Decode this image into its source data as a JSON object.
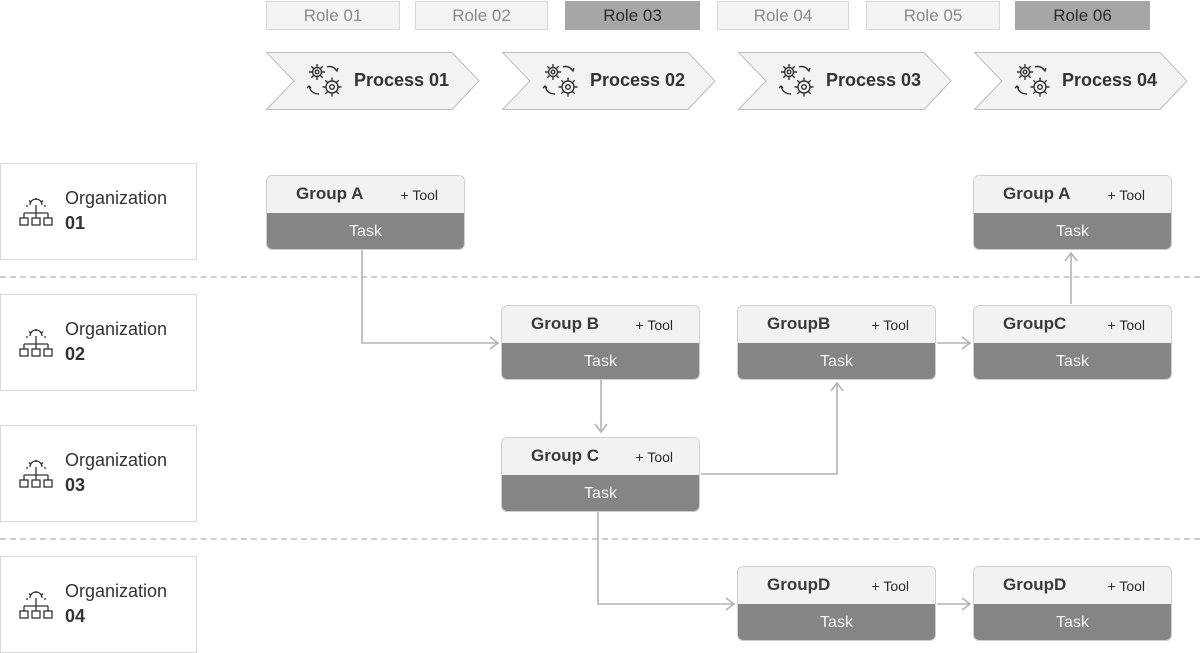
{
  "roles": [
    {
      "label": "Role 01",
      "active": false
    },
    {
      "label": "Role 02",
      "active": false
    },
    {
      "label": "Role 03",
      "active": true
    },
    {
      "label": "Role 04",
      "active": false
    },
    {
      "label": "Role 05",
      "active": false
    },
    {
      "label": "Role 06",
      "active": true
    }
  ],
  "processes": [
    {
      "label": "Process 01",
      "icon": "gears-icon"
    },
    {
      "label": "Process 02",
      "icon": "gears-icon"
    },
    {
      "label": "Process 03",
      "icon": "gears-icon"
    },
    {
      "label": "Process 04",
      "icon": "gears-icon"
    }
  ],
  "organizations": [
    {
      "name": "Organization",
      "number": "01",
      "icon": "org-chart-icon"
    },
    {
      "name": "Organization",
      "number": "02",
      "icon": "org-chart-icon"
    },
    {
      "name": "Organization",
      "number": "03",
      "icon": "org-chart-icon"
    },
    {
      "name": "Organization",
      "number": "04",
      "icon": "org-chart-icon"
    }
  ],
  "cards": {
    "c1": {
      "group": "Group A",
      "tool": "+ Tool",
      "task": "Task"
    },
    "c2": {
      "group": "Group A",
      "tool": "+ Tool",
      "task": "Task"
    },
    "c3": {
      "group": "Group B",
      "tool": "+ Tool",
      "task": "Task"
    },
    "c4": {
      "group": "GroupB",
      "tool": "+ Tool",
      "task": "Task"
    },
    "c5": {
      "group": "GroupC",
      "tool": "+ Tool",
      "task": "Task"
    },
    "c6": {
      "group": "Group C",
      "tool": "+ Tool",
      "task": "Task"
    },
    "c7": {
      "group": "GroupD",
      "tool": "+ Tool",
      "task": "Task"
    },
    "c8": {
      "group": "GroupD",
      "tool": "+ Tool",
      "task": "Task"
    }
  },
  "colors": {
    "role_active_bg": "#a6a6a6",
    "role_inactive_bg": "#f3f3f3",
    "task_bg": "#858585",
    "group_bg": "#f2f2f2",
    "connector": "#b3b3b3",
    "lane_separator": "#cfcfcf"
  }
}
